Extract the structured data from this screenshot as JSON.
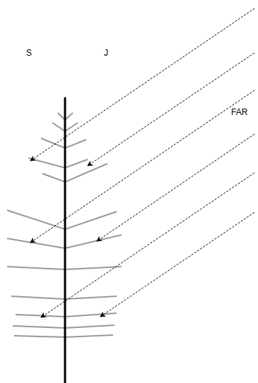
{
  "diagram": {
    "labels": [
      "S",
      "J",
      "FAR"
    ]
  }
}
